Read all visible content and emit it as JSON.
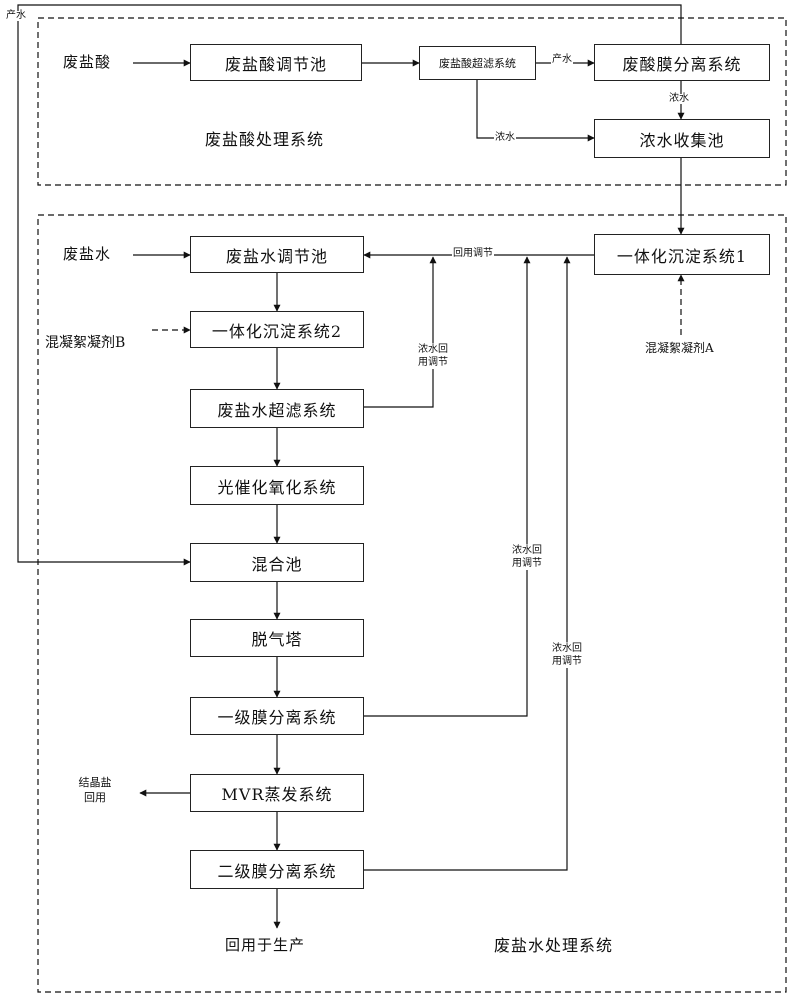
{
  "regions": {
    "acid_system": "废盐酸处理系统",
    "saline_system": "废盐水处理系统"
  },
  "inputs": {
    "waste_acid": "废盐酸",
    "waste_saline": "废盐水",
    "coagulant_b": "混凝絮凝剂B",
    "coagulant_a": "混凝絮凝剂A"
  },
  "boxes": {
    "acid_pool": "废盐酸调节池",
    "acid_uf": "废盐酸超滤系统",
    "acid_membrane": "废酸膜分离系统",
    "conc_pool": "浓水收集池",
    "sed1": "一体化沉淀系统1",
    "saline_pool": "废盐水调节池",
    "sed2": "一体化沉淀系统2",
    "saline_uf": "废盐水超滤系统",
    "photo": "光催化氧化系统",
    "mix": "混合池",
    "degas": "脱气塔",
    "mem1": "一级膜分离系统",
    "mvr": "MVR蒸发系统",
    "mem2": "二级膜分离系统"
  },
  "labels": {
    "product_water_left": "产水",
    "product_water": "产水",
    "conc_water_1": "浓水",
    "conc_water_2": "浓水",
    "recycle_adjust": "回用调节",
    "conc_recycle_1": "浓水回用调节",
    "conc_recycle_2": "浓水回用调节",
    "conc_recycle_3": "浓水回用调节",
    "salt_recycle": "结晶盐回用",
    "reuse": "回用于生产"
  }
}
